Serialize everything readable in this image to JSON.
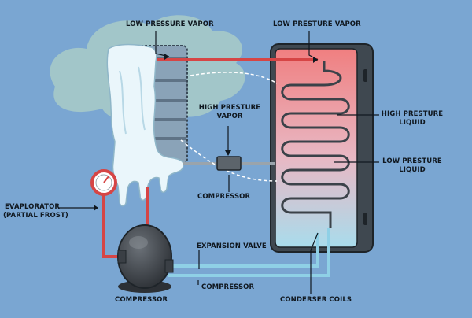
{
  "labels": {
    "low_pressure_vapor_left": "LOW PRESSURE VAPOR",
    "low_presture_vapor_top": "LOW PRESTURE VAPOR",
    "high_presture_vapor_1": "HIGH PRESTURE",
    "high_presture_vapor_2": "VAPOR",
    "high_presture_liquid_1": "HIGH PRESTURE",
    "high_presture_liquid_2": "LIQUID",
    "low_presture_liquid_1": "LOW PRESTURE",
    "low_presture_liquid_2": "LIQUID",
    "compressor_mid": "COMPRESSOR",
    "evaplorator_1": "EVAPLORATOR",
    "evaplorator_2": "(PARTIAL FROST)",
    "expansion_valve": "EXPANSION VALVE",
    "compressor_bottom_mid": "COMPRESSOR",
    "compressor_bottom_left": "COMPRESSOR",
    "condenser_coils": "CONDERSER COILS"
  },
  "colors": {
    "background": "#7aa6d2",
    "hot_gradient_top": "#f08080",
    "cold_gradient_bottom": "#a8dcea",
    "pipe_red": "#d64545",
    "pipe_blue": "#8fd0e6",
    "ice": "#e8f6fb",
    "compressor_body": "#4a4f55"
  }
}
